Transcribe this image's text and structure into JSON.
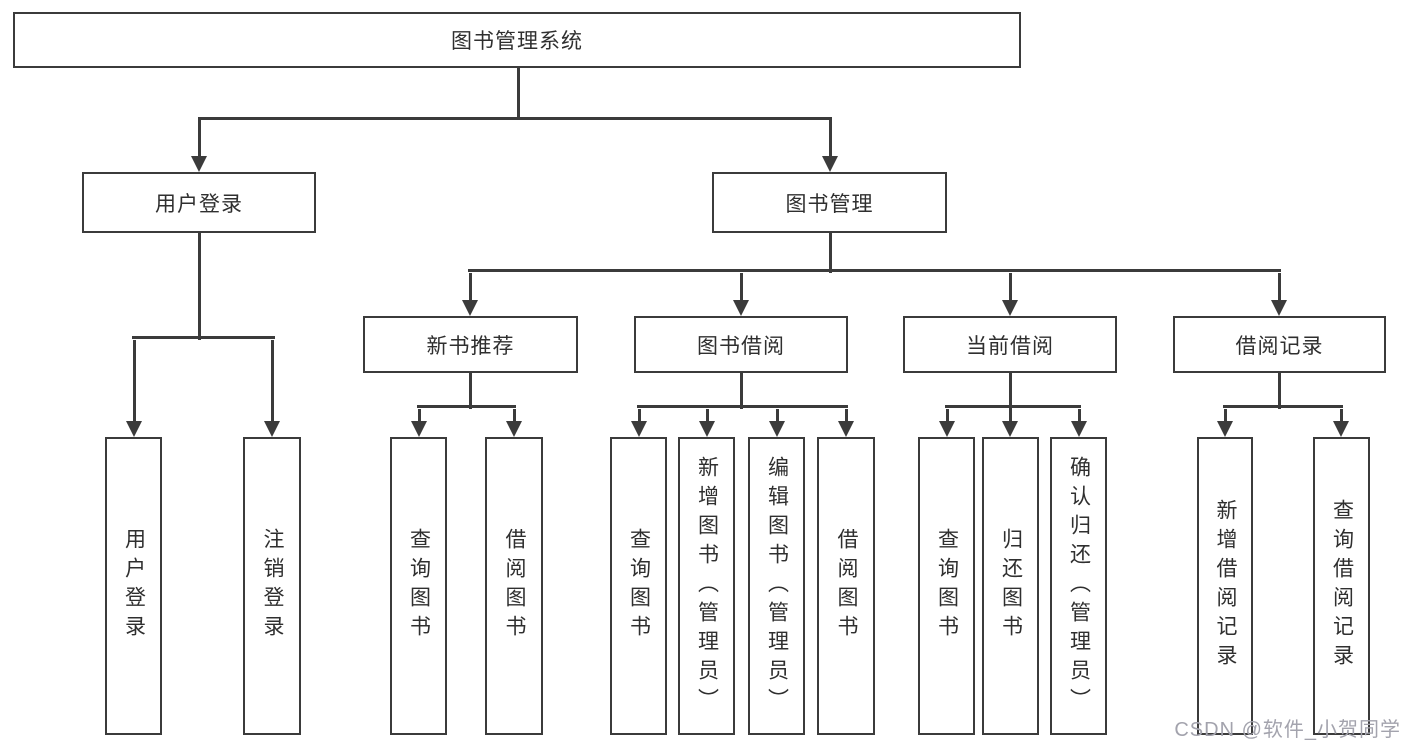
{
  "root": {
    "label": "图书管理系统"
  },
  "level2": {
    "user_login": "用户登录",
    "book_management": "图书管理"
  },
  "level3": {
    "new_book_recommend": "新书推荐",
    "book_borrowing": "图书借阅",
    "current_borrowing": "当前借阅",
    "borrowing_records": "借阅记录"
  },
  "leaves": {
    "user_login": [
      "用户登录",
      "注销登录"
    ],
    "new_book_recommend": [
      "查询图书",
      "借阅图书"
    ],
    "book_borrowing": [
      "查询图书",
      "新增图书（管理员）",
      "编辑图书（管理员）",
      "借阅图书"
    ],
    "current_borrowing": [
      "查询图书",
      "归还图书",
      "确认归还（管理员）"
    ],
    "borrowing_records": [
      "新增借阅记录",
      "查询借阅记录"
    ]
  },
  "watermark": "CSDN @软件_小贺同学",
  "colors": {
    "line": "#3b3b3b",
    "box_border": "#3b3b3b",
    "text": "#2f2f2f",
    "watermark": "#a3a3ad",
    "background": "#ffffff"
  }
}
